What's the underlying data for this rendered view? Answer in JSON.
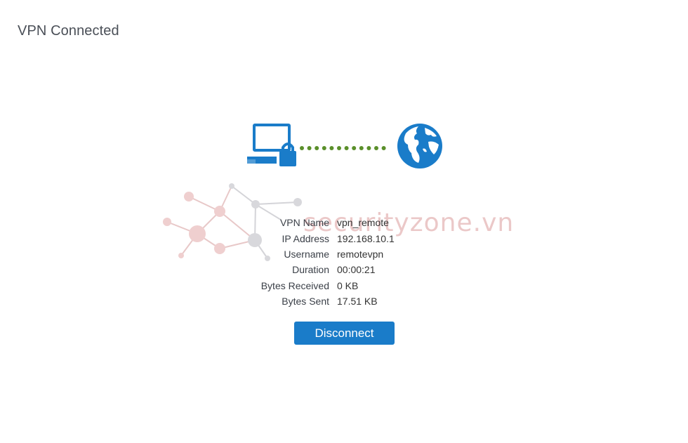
{
  "page": {
    "title": "VPN Connected"
  },
  "watermark": {
    "text": "securityzone.vn"
  },
  "colors": {
    "accent": "#1a7cc9",
    "connection_dots": "#5a8f2a",
    "title_text": "#4a4f57"
  },
  "icons": {
    "client": "computer-lock-icon",
    "destination": "globe-icon"
  },
  "details": [
    {
      "label": "VPN Name",
      "value": "vpn_remote"
    },
    {
      "label": "IP Address",
      "value": "192.168.10.1"
    },
    {
      "label": "Username",
      "value": "remotevpn"
    },
    {
      "label": "Duration",
      "value": "00:00:21"
    },
    {
      "label": "Bytes Received",
      "value": "0 KB"
    },
    {
      "label": "Bytes Sent",
      "value": "17.51 KB"
    }
  ],
  "actions": {
    "disconnect_label": "Disconnect"
  }
}
